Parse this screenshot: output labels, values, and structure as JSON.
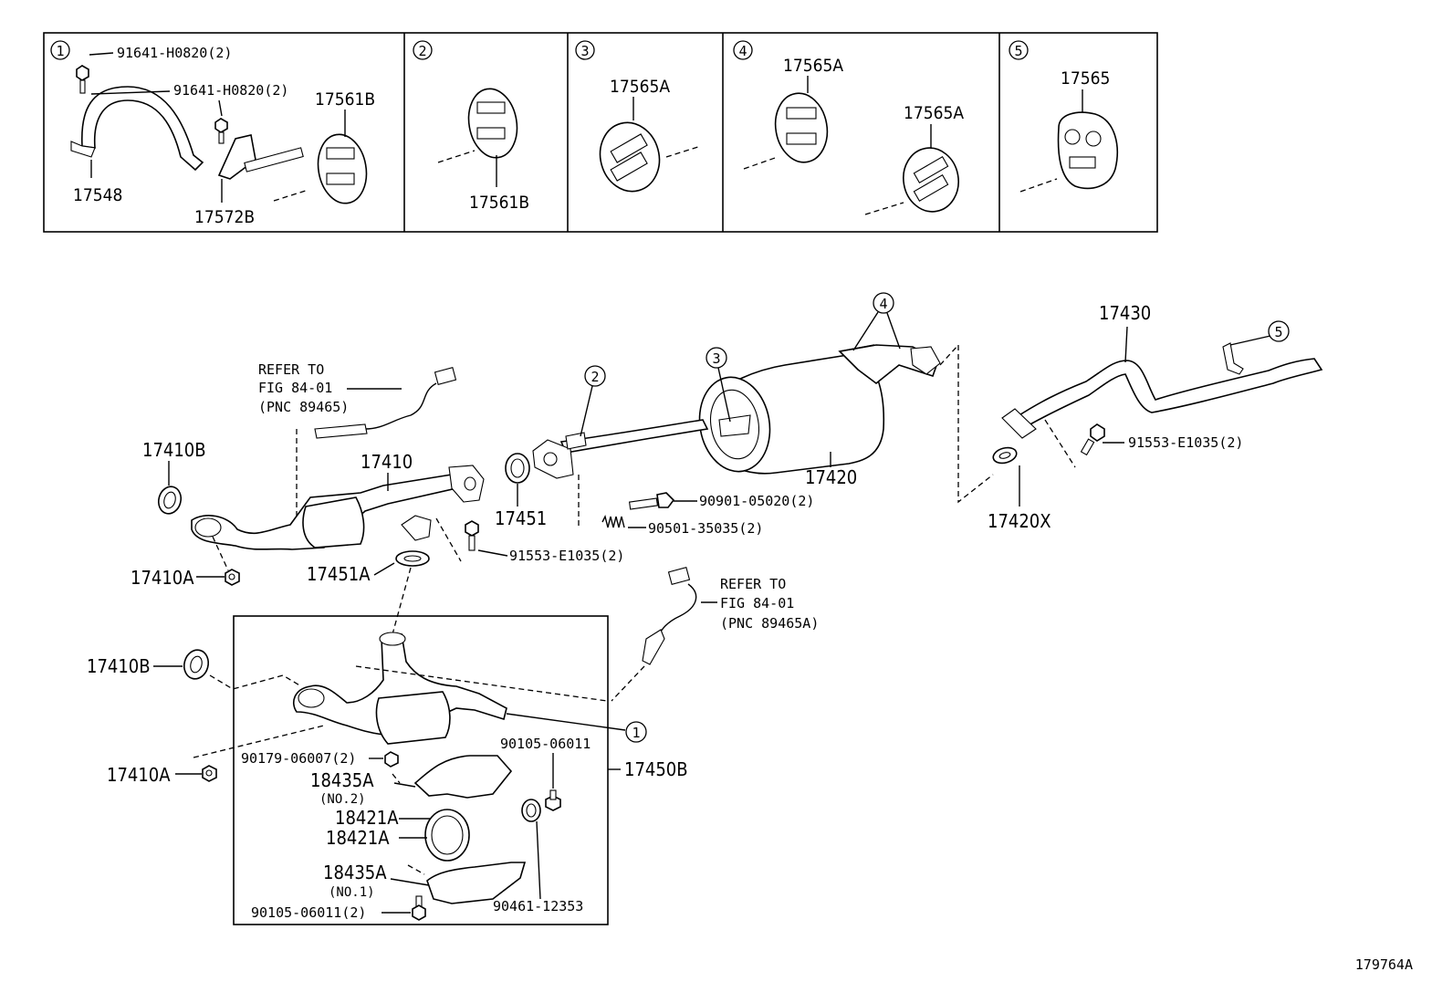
{
  "drawing_id": "179764A",
  "hanger_panels": [
    {
      "num": "1",
      "labels": [
        "91641-H0820(2)",
        "91641-H0820(2)",
        "17561B",
        "17548",
        "17572B"
      ]
    },
    {
      "num": "2",
      "labels": [
        "17561B"
      ]
    },
    {
      "num": "3",
      "labels": [
        "17565A"
      ]
    },
    {
      "num": "4",
      "labels": [
        "17565A",
        "17565A"
      ]
    },
    {
      "num": "5",
      "labels": [
        "17565"
      ]
    }
  ],
  "callouts": {
    "c1": "1",
    "c2": "2",
    "c3": "3",
    "c4": "4",
    "c5": "5"
  },
  "labels": {
    "p17430": "17430",
    "p91553_r": "91553-E1035(2)",
    "p17420": "17420",
    "p17420x": "17420X",
    "p17451": "17451",
    "p90901": "90901-05020(2)",
    "p90501": "90501-35035(2)",
    "refer1_l1": "REFER TO",
    "refer1_l2": "FIG 84-01",
    "refer1_l3": "(PNC 89465)",
    "p17410b_top": "17410B",
    "p17410": "17410",
    "p17410a_top": "17410A",
    "p17451a": "17451A",
    "p91553_mid": "91553-E1035(2)",
    "refer2_l1": "REFER TO",
    "refer2_l2": "FIG 84-01",
    "refer2_l3": "(PNC 89465A)",
    "p17410b_bot": "17410B",
    "p17410a_bot": "17410A",
    "p90179": "90179-06007(2)",
    "p18435a_1": "18435A",
    "no2": "(NO.2)",
    "p18421a_1": "18421A",
    "p18421a_2": "18421A",
    "p18435a_2": "18435A",
    "no1": "(NO.1)",
    "p90105_bot": "90105-06011(2)",
    "p90105_top": "90105-06011",
    "p17450b": "17450B",
    "p90461": "90461-12353"
  }
}
